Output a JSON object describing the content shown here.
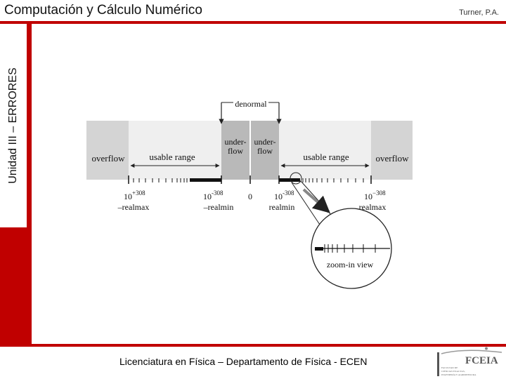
{
  "header": {
    "title": "Computación y Cálculo Numérico",
    "author": "Turner, P.A."
  },
  "sidebar": {
    "unit_label": "Unidad III – ERRORES"
  },
  "diagram": {
    "denormal_label": "denormal",
    "overflow_label": "overflow",
    "usable_range_label": "usable range",
    "underflow_line1": "under-",
    "underflow_line2": "flow",
    "zero_label": "0",
    "zoom_label": "zoom-in view",
    "ticks": {
      "neg_realmax_value": "10",
      "neg_realmax_exp": "+308",
      "neg_realmax_name": "–realmax",
      "neg_realmin_value": "10",
      "neg_realmin_exp": "-308",
      "neg_realmin_name": "–realmin",
      "pos_realmin_value": "10",
      "pos_realmin_exp": "-308",
      "pos_realmin_name": "realmin",
      "pos_realmax_value": "10",
      "pos_realmax_exp": "−308",
      "pos_realmax_name": "realmax"
    }
  },
  "footer": {
    "text": "Licenciatura en Física – Departamento de Física - ECEN"
  },
  "logo": {
    "text": "FCEIA",
    "line1": "FACULTAD DE",
    "line2": "CIENCIAS EXACTAS,",
    "line3": "INGENIERÍA Y AGRIMENSURA"
  }
}
